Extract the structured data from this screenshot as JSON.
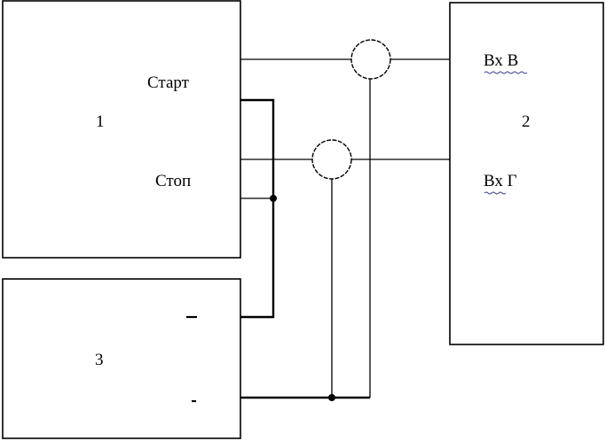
{
  "blocks": {
    "block1": {
      "number": "1",
      "start_label": "Старт",
      "stop_label": "Стоп"
    },
    "block2": {
      "number": "2",
      "input_b_label": "Вх В",
      "input_g_label": "Вх Г"
    },
    "block3": {
      "number": "3",
      "minus_sign": "–",
      "plus_sign": "-"
    }
  },
  "colors": {
    "line": "#000000",
    "background": "#ffffff",
    "spellcheck_underline": "#3a3a8a"
  }
}
